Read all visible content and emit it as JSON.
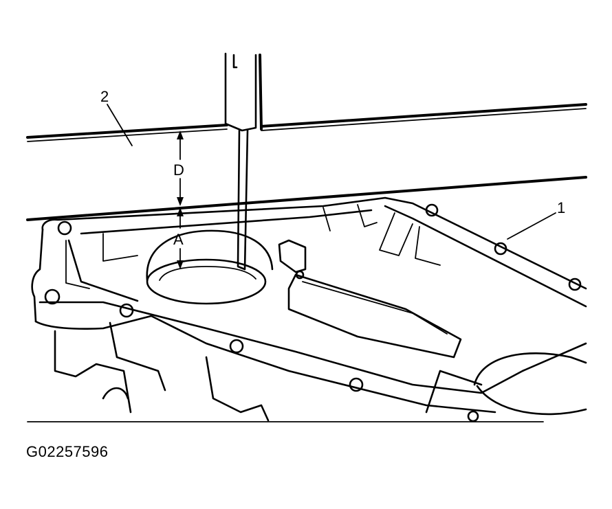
{
  "figure": {
    "callouts": {
      "part_1": "1",
      "part_2": "2",
      "dimension_d": "D",
      "dimension_a": "A"
    },
    "figure_id": "G02257596",
    "ink_color": "#000000",
    "background_color": "#ffffff"
  }
}
